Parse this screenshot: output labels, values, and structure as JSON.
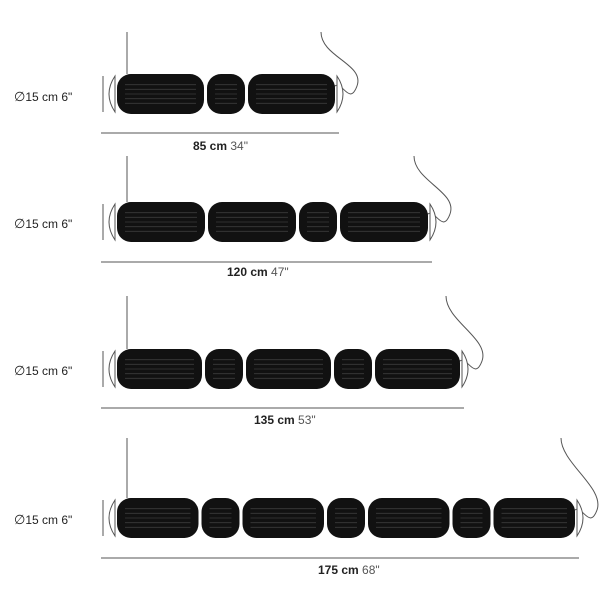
{
  "lamps": [
    {
      "diameter": "∅15 cm 6\"",
      "diameter_symbol": "∅",
      "diameter_cm": "15 cm",
      "diameter_in": "6\"",
      "length_cm": "85 cm",
      "length_in": "34\"",
      "segments": [
        "long",
        "short",
        "long"
      ]
    },
    {
      "diameter": "∅15 cm 6\"",
      "diameter_symbol": "∅",
      "diameter_cm": "15 cm",
      "diameter_in": "6\"",
      "length_cm": "120 cm",
      "length_in": "47\"",
      "segments": [
        "long",
        "long",
        "short",
        "long"
      ]
    },
    {
      "diameter": "∅15 cm 6\"",
      "diameter_symbol": "∅",
      "diameter_cm": "15 cm",
      "diameter_in": "6\"",
      "length_cm": "135 cm",
      "length_in": "53\"",
      "segments": [
        "long",
        "short",
        "long",
        "short",
        "long"
      ]
    },
    {
      "diameter": "∅15 cm 6\"",
      "diameter_symbol": "∅",
      "diameter_cm": "15 cm",
      "diameter_in": "6\"",
      "length_cm": "175 cm",
      "length_in": "68\"",
      "segments": [
        "long",
        "short",
        "long",
        "short",
        "long",
        "short",
        "long"
      ]
    }
  ],
  "colors": {
    "lamp_body": "#111111",
    "ribs": "#3a3a3a",
    "line": "#555555",
    "cap": "#ffffff"
  }
}
